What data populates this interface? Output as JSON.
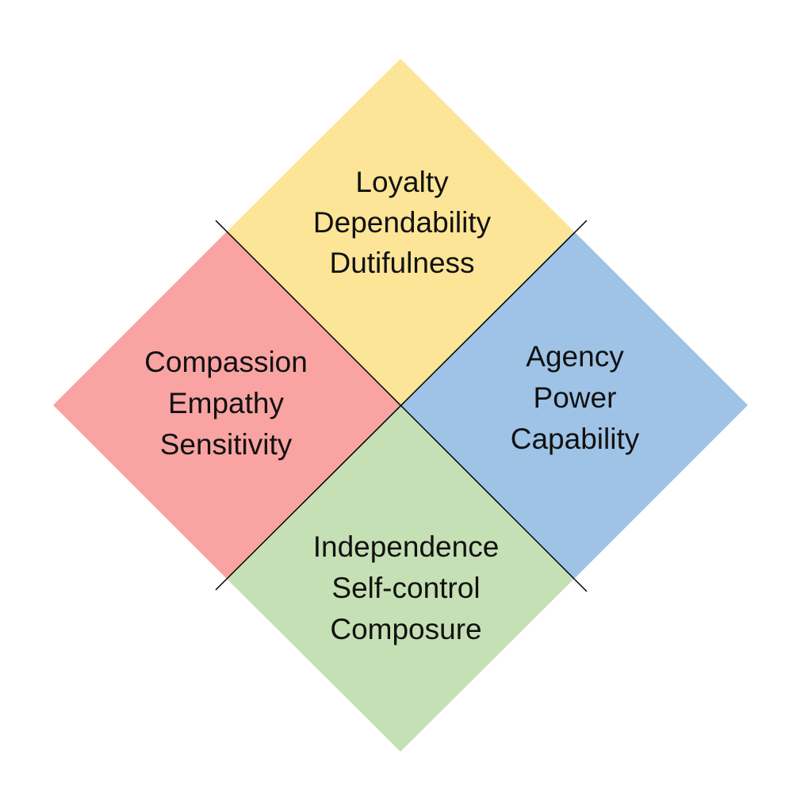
{
  "quadrants": {
    "top": {
      "lines": [
        "Loyalty",
        "Dependability",
        "Dutifulness"
      ],
      "color": "#fde597"
    },
    "left": {
      "lines": [
        "Compassion",
        "Empathy",
        "Sensitivity"
      ],
      "color": "#f9a3a3"
    },
    "right": {
      "lines": [
        "Agency",
        "Power",
        "Capability"
      ],
      "color": "#9ec3e6"
    },
    "bottom": {
      "lines": [
        "Independence",
        "Self-control",
        "Composure"
      ],
      "color": "#c5e0b4"
    }
  }
}
